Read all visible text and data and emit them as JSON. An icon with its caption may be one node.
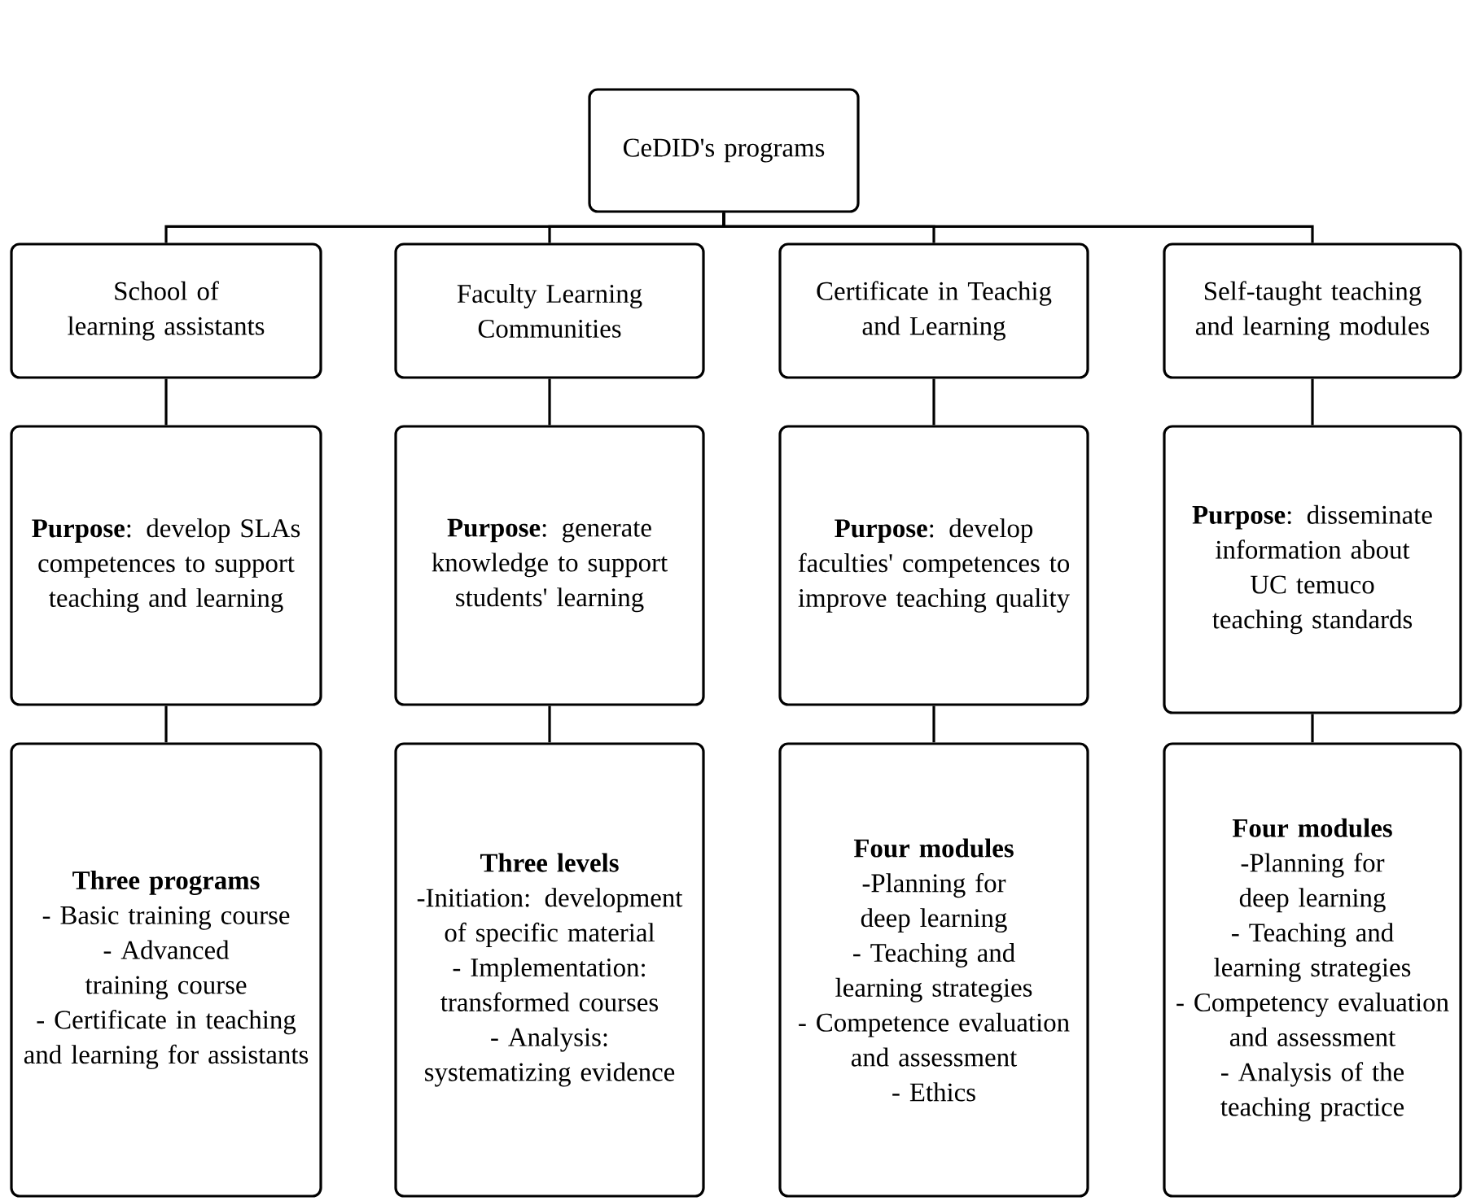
{
  "diagram": {
    "nodes": [
      {
        "text": [
          "CeDID's programs"
        ]
      },
      {
        "text": [
          "School of learning assistants"
        ]
      },
      {
        "text": [
          "Faculty Learning Communities"
        ]
      },
      {
        "text": [
          "Certificate in Teachig and Learning"
        ]
      },
      {
        "text": [
          "Self-taught teaching and learning modules"
        ]
      },
      {
        "text": [
          "**Purpose**: develop SLAs competences to support teaching and learning"
        ]
      },
      {
        "text": [
          "**Purpose**: generate knowledge to support students' learning"
        ]
      },
      {
        "text": [
          "**Purpose**: develop faculties' competences to improve teaching quality"
        ]
      },
      {
        "text": [
          "**Purpose**: disseminate information about UC temuco teaching standards"
        ]
      },
      {
        "text": [
          "Three programs",
          "- Basic training course",
          "- Advanced training course",
          "- Certificate in teaching and learning for assistants"
        ]
      },
      {
        "text": [
          "Three levels",
          "-Initiation: development of specific material",
          "- Implementation: transformed courses",
          "- Analysis: systematizing evidence"
        ]
      },
      {
        "text": [
          "Four modules",
          "-Planning for deep learning",
          "- Teaching and learning strategies",
          "- Competence evaluation and assessment",
          "- Ethics"
        ]
      },
      {
        "text": [
          "Four modules",
          "-Planning for deep learning",
          "- Teaching and learning strategies",
          "- Competency evaluation and assessment",
          "- Analysis of the teaching practice"
        ]
      }
    ],
    "edges": [
      {
        "from": 0,
        "to": 1,
        "arrow": "none"
      },
      {
        "from": 0,
        "to": 2,
        "arrow": "none"
      },
      {
        "from": 0,
        "to": 3,
        "arrow": "none"
      },
      {
        "from": 0,
        "to": 4,
        "arrow": "none"
      },
      {
        "from": 1,
        "to": 5,
        "arrow": "none"
      },
      {
        "from": 2,
        "to": 6,
        "arrow": "none"
      },
      {
        "from": 3,
        "to": 7,
        "arrow": "none"
      },
      {
        "from": 4,
        "to": 8,
        "arrow": "none"
      },
      {
        "from": 5,
        "to": 9,
        "arrow": "none"
      },
      {
        "from": 6,
        "to": 10,
        "arrow": "none"
      },
      {
        "from": 7,
        "to": 11,
        "arrow": "none"
      },
      {
        "from": 8,
        "to": 12,
        "arrow": "none"
      }
    ]
  }
}
